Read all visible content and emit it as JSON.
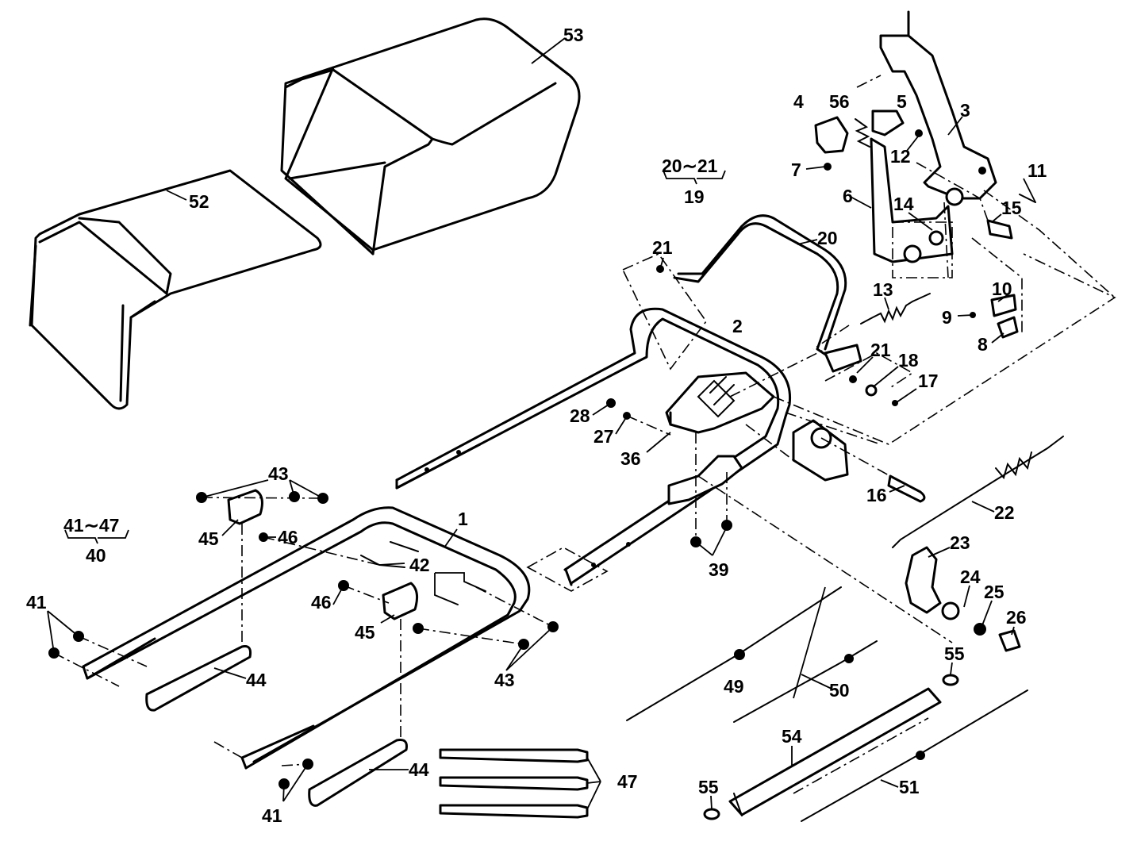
{
  "callouts": {
    "c1": "1",
    "c2": "2",
    "c3": "3",
    "c4": "4",
    "c5": "5",
    "c6": "6",
    "c7": "7",
    "c8": "8",
    "c9": "9",
    "c10": "10",
    "c11": "11",
    "c12": "12",
    "c13": "13",
    "c14": "14",
    "c15": "15",
    "c16": "16",
    "c17": "17",
    "c18": "18",
    "c19": "19",
    "c20": "20",
    "c21a": "21",
    "c21b": "21",
    "c22": "22",
    "c23": "23",
    "c24": "24",
    "c25": "25",
    "c26": "26",
    "c27": "27",
    "c28": "28",
    "c36": "36",
    "c39": "39",
    "c40": "40",
    "c41a": "41",
    "c41b": "41",
    "c42": "42",
    "c43a": "43",
    "c43b": "43",
    "c44a": "44",
    "c44b": "44",
    "c45a": "45",
    "c45b": "45",
    "c46a": "46",
    "c46b": "46",
    "c47": "47",
    "c49": "49",
    "c50": "50",
    "c51": "51",
    "c52": "52",
    "c53": "53",
    "c54": "54",
    "c55a": "55",
    "c55b": "55",
    "c56": "56"
  },
  "groups": {
    "g19_range": "20∼21",
    "g19_parent": "19",
    "g40_range": "41∼47",
    "g40_parent": "40"
  }
}
